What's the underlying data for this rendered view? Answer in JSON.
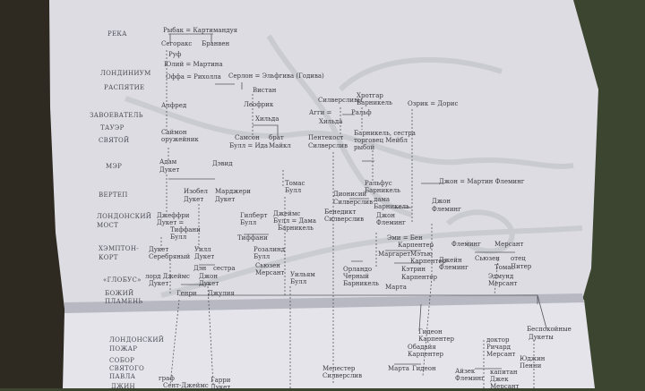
{
  "colors": {
    "carpet": "#3c4530",
    "page": "#e2e2e6",
    "ink": "#3a3a40",
    "map": "#c4c6cc"
  },
  "eras": [
    "РЕКА",
    "ЛОНДИНИУМ",
    "РАСПЯТИЕ",
    "ЗАВОЕВАТЕЛЬ",
    "ТАУЭР",
    "СВЯТОЙ",
    "МЭР",
    "ВЕРТЕП",
    "ЛОНДОНСКИЙ",
    "МОСТ",
    "ХЭМПТОН-",
    "КОРТ",
    "«ГЛОБУС»",
    "БОЖИЙ",
    "ПЛАМЕНЬ",
    "ЛОНДОНСКИЙ",
    "ПОЖАР",
    "СОБОР",
    "СВЯТОГО",
    "ПАВЛА",
    "ДЖИН"
  ],
  "names": [
    "Рыбак = Картимандуя",
    "Сегоракс",
    "Бранвен",
    "Руф",
    "Юлий = Мартина",
    "Оффа = Рихолла",
    "Серлон = Эльфгива (Годива)",
    "Вистан",
    "Алфред",
    "Леофрик",
    "Хильда",
    "Силверсливы",
    "Хротгар",
    "Барникель",
    "Озрик = Дорис",
    "Агги =",
    "Ральф",
    "Хильда",
    "Саймон",
    "оружейник",
    "Самсон",
    "Булл = Ида",
    "брат",
    "Майкл",
    "Пентекост",
    "Силверслив",
    "Барникель, сестра",
    "торговец   Мейбл",
    "рыбой",
    "Адам",
    "Дукет",
    "Дэвид",
    "Томас",
    "Булл",
    "Изобел",
    "Дукет",
    "Марджери",
    "Дукет",
    "Дионисий",
    "Силверслив",
    "Ральфус",
    "Барникель",
    "Джон = Мартин Флеминг",
    "Джеффри",
    "Дукет =",
    "Тиффани",
    "Булл",
    "Гилберт",
    "Булл",
    "Джеймс",
    "Булл = Дама",
    "Барникель",
    "Бенедикт",
    "Силверслив",
    "дама",
    "Барникель",
    "Джон",
    "Флеминг",
    "Джон",
    "Флеминг",
    "Эми  =  Бен",
    "Карпентер",
    "Тиффани",
    "Дукет",
    "Серебряный",
    "Уилл",
    "Дукет",
    "Розалинд",
    "Булл",
    "Сьюзен",
    "Мерсант",
    "Флеминг",
    "Мерсант",
    "Маргарет",
    "Мэтью",
    "Карпентер",
    "Сьюзен",
    "отец",
    "Питер",
    "Дэн",
    "сестра",
    "Джейн",
    "Флеминг",
    "Томас",
    "Эдмунд",
    "Мерсант",
    "лорд Джеймс",
    "Дукет",
    "Джон",
    "Дукет",
    "Генри",
    "Джулия",
    "Уильям",
    "Булл",
    "Орландо",
    "Черный",
    "Барникель",
    "Кэтрин",
    "Карпентер",
    "Марта",
    "Гидеон",
    "Карпентер",
    "Обадайя",
    "Карпентер",
    "Марта",
    "Гидеон",
    "доктор",
    "Ричард",
    "Мерсант",
    "капитан",
    "Джек",
    "Мерсант",
    "Юджин",
    "Пенни",
    "Беспокойные",
    "Дукеты",
    "Айзек",
    "Флеминг",
    "Мелестер",
    "Силверслив",
    "граф",
    "Сент-Джеймс",
    "Гарри",
    "Дукет"
  ]
}
